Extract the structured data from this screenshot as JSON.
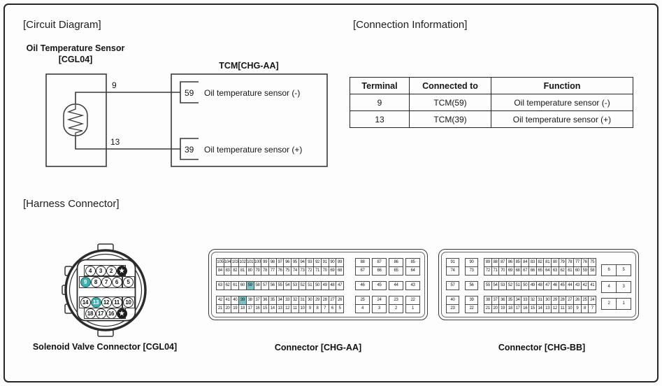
{
  "sections": {
    "circuit_diagram_label": "[Circuit Diagram]",
    "connection_info_label": "[Connection Information]",
    "harness_connector_label": "[Harness Connector]"
  },
  "circuit": {
    "sensor_title": "Oil Temperature Sensor",
    "sensor_code": "[CGL04]",
    "tcm_title": "TCM[CHG-AA]",
    "wires": [
      {
        "sensor_pin": "9",
        "tcm_pin": "59",
        "function": "Oil temperature sensor (-)"
      },
      {
        "sensor_pin": "13",
        "tcm_pin": "39",
        "function": "Oil temperature sensor (+)"
      }
    ]
  },
  "connection_table": {
    "headers": [
      "Terminal",
      "Connected to",
      "Function"
    ],
    "rows": [
      [
        "9",
        "TCM(59)",
        "Oil temperature sensor (-)"
      ],
      [
        "13",
        "TCM(39)",
        "Oil temperature sensor (+)"
      ]
    ]
  },
  "connectors": {
    "solenoid": {
      "caption": "Solenoid Valve Connector [CGL04]",
      "rows": [
        [
          "4",
          "3",
          "2",
          "★"
        ],
        [
          "9",
          "8",
          "7",
          "6",
          "5"
        ],
        [
          "14",
          "13",
          "12",
          "11",
          "10"
        ],
        [
          "18",
          "17",
          "16",
          "★"
        ]
      ],
      "highlighted": [
        "9",
        "13"
      ]
    },
    "chg_aa": {
      "caption": "Connector [CHG-AA]",
      "main_rows": [
        [
          "105",
          "104",
          "103",
          "102",
          "101",
          "100",
          "99",
          "98",
          "97",
          "96",
          "95",
          "94",
          "93",
          "92",
          "91",
          "90",
          "89"
        ],
        [
          "84",
          "83",
          "82",
          "81",
          "80",
          "79",
          "78",
          "77",
          "76",
          "75",
          "74",
          "73",
          "72",
          "71",
          "70",
          "69",
          "68"
        ],
        [
          "63",
          "62",
          "61",
          "60",
          "59",
          "58",
          "57",
          "56",
          "55",
          "54",
          "53",
          "52",
          "51",
          "50",
          "49",
          "48",
          "47"
        ],
        [
          "42",
          "41",
          "40",
          "39",
          "38",
          "37",
          "36",
          "35",
          "34",
          "33",
          "32",
          "31",
          "30",
          "29",
          "28",
          "27",
          "26"
        ],
        [
          "21",
          "20",
          "19",
          "18",
          "17",
          "16",
          "15",
          "14",
          "13",
          "12",
          "11",
          "10",
          "9",
          "8",
          "7",
          "6",
          "5"
        ]
      ],
      "side_rows": [
        [
          "88",
          "87",
          "86",
          "85"
        ],
        [
          "67",
          "66",
          "65",
          "64"
        ],
        [
          "46",
          "45",
          "44",
          "43"
        ],
        [
          "25",
          "24",
          "23",
          "22"
        ],
        [
          "4",
          "3",
          "2",
          "1"
        ]
      ],
      "highlighted": [
        "59",
        "39"
      ]
    },
    "chg_bb": {
      "caption": "Connector [CHG-BB]",
      "left_col1": [
        "91",
        "74",
        "57",
        "40",
        "23"
      ],
      "left_col2": [
        "90",
        "73",
        "56",
        "39",
        "22"
      ],
      "main_rows": [
        [
          "89",
          "88",
          "87",
          "86",
          "85",
          "84",
          "83",
          "82",
          "81",
          "80",
          "79",
          "78",
          "77",
          "76",
          "75"
        ],
        [
          "72",
          "71",
          "70",
          "69",
          "68",
          "67",
          "66",
          "65",
          "64",
          "63",
          "62",
          "61",
          "60",
          "59",
          "58"
        ],
        [
          "55",
          "54",
          "53",
          "52",
          "51",
          "50",
          "49",
          "48",
          "47",
          "46",
          "45",
          "44",
          "43",
          "42",
          "41"
        ],
        [
          "38",
          "37",
          "36",
          "35",
          "34",
          "33",
          "32",
          "31",
          "30",
          "29",
          "28",
          "27",
          "26",
          "25",
          "24"
        ],
        [
          "21",
          "20",
          "19",
          "18",
          "17",
          "16",
          "15",
          "14",
          "13",
          "12",
          "11",
          "10",
          "9",
          "8",
          "7"
        ]
      ],
      "side_rows": [
        [
          "6",
          "5"
        ],
        [
          "4",
          "3"
        ],
        [
          "2",
          "1"
        ]
      ],
      "highlighted": []
    }
  },
  "colors": {
    "cell_highlight": "#7cc2c2",
    "pin_highlight": "#3fafaf",
    "line": "#2a2a2a"
  }
}
